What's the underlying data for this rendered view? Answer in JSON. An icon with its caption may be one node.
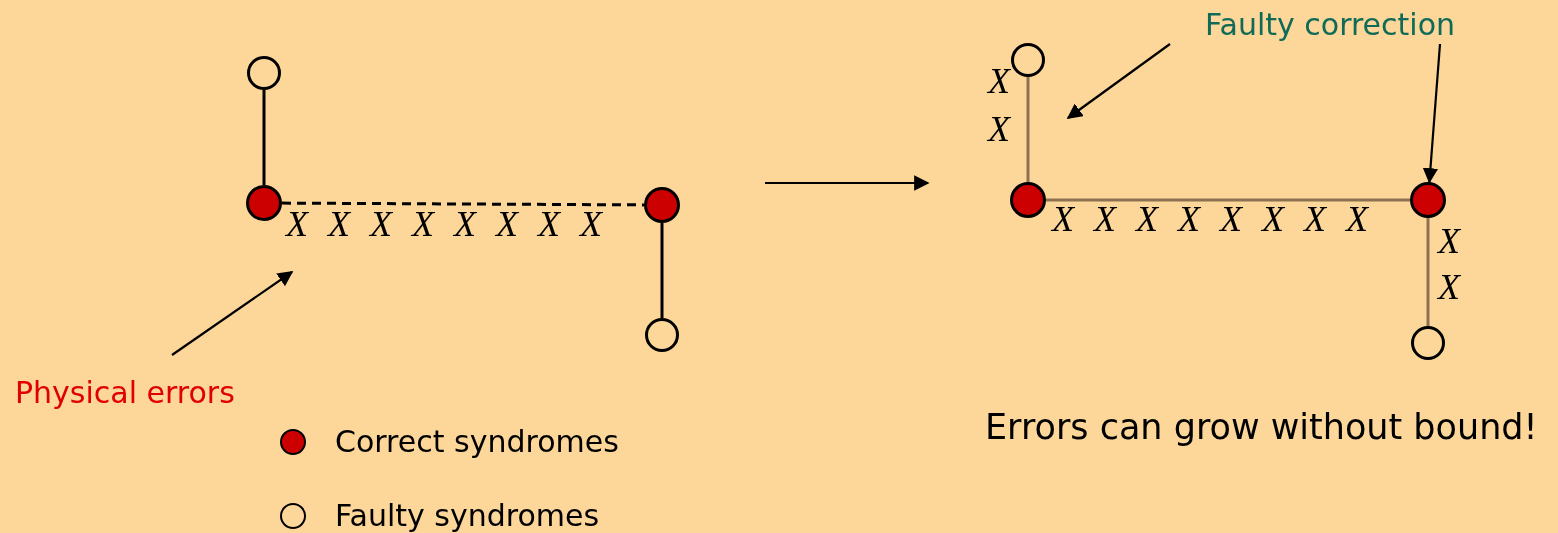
{
  "diagram": {
    "nodes": [
      {
        "text": [],
        "shape": "circle"
      },
      {
        "text": [],
        "shape": "circle"
      },
      {
        "text": [],
        "shape": "circle"
      },
      {
        "text": [],
        "shape": "circle"
      },
      {
        "text": [],
        "shape": "circle"
      },
      {
        "text": [],
        "shape": "circle"
      },
      {
        "text": [],
        "shape": "circle"
      },
      {
        "text": [],
        "shape": "circle"
      },
      {
        "text": [
          "Physical errors"
        ]
      },
      {
        "text": [
          "Faulty correction"
        ]
      }
    ],
    "edges": [
      {
        "from": 0,
        "to": 1,
        "arrow": "none"
      },
      {
        "from": 1,
        "to": 2,
        "arrow": "none",
        "style": "dashed"
      },
      {
        "from": 2,
        "to": 3,
        "arrow": "none"
      },
      {
        "from": 4,
        "to": 5,
        "arrow": "none",
        "color": "#8c7250"
      },
      {
        "from": 5,
        "to": 6,
        "arrow": "none",
        "color": "#8c7250"
      },
      {
        "from": 6,
        "to": 7,
        "arrow": "none",
        "color": "#8c7250"
      },
      {
        "from": 8,
        "to": null,
        "arrow": "to"
      },
      {
        "from": 9,
        "to": null,
        "arrow": "to"
      },
      {
        "from": 9,
        "to": 6,
        "arrow": "to"
      }
    ],
    "labels": [
      "X X X X X X X X",
      "X",
      "X",
      "X X X X X X X X",
      "X",
      "X",
      "Errors can grow without bound!"
    ],
    "legend": [
      {
        "text": "Correct syndromes",
        "color": "#cc0000"
      },
      {
        "text": "Faulty syndromes"
      }
    ]
  }
}
